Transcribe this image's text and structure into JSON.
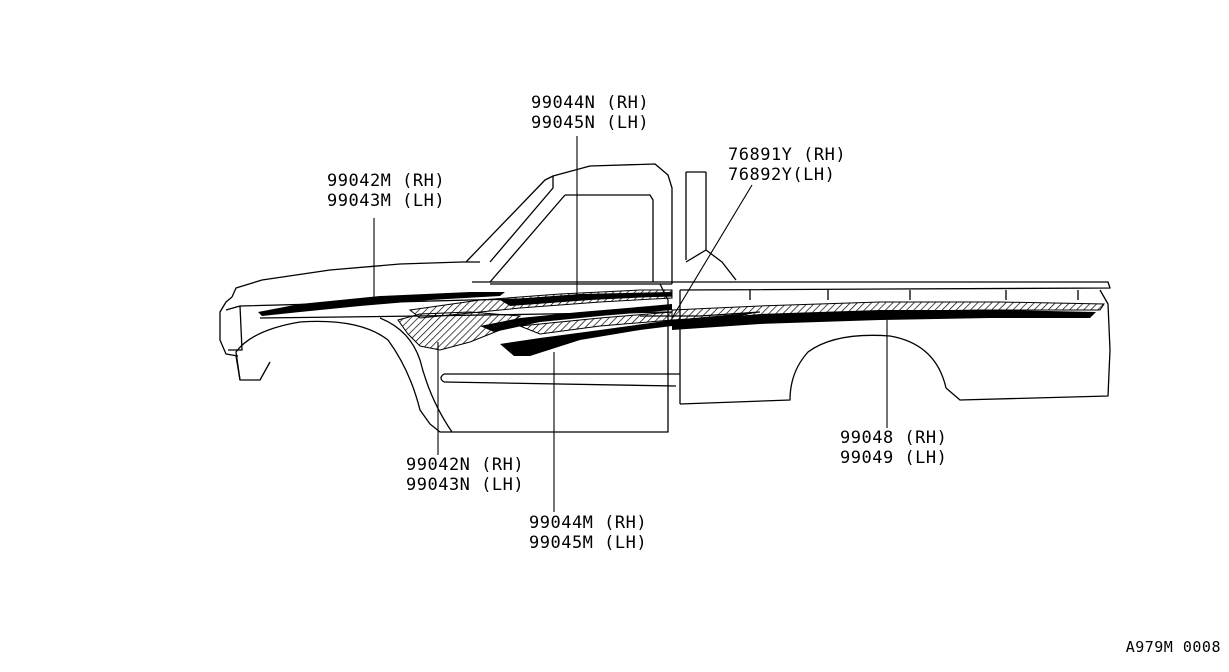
{
  "callouts": {
    "c1": {
      "rh": "99044N (RH)",
      "lh": "99045N (LH)"
    },
    "c2": {
      "rh": "76891Y (RH)",
      "lh": "76892Y(LH)"
    },
    "c3": {
      "rh": "99042M (RH)",
      "lh": "99043M (LH)"
    },
    "c4": {
      "rh": "99048 (RH)",
      "lh": "99049 (LH)"
    },
    "c5": {
      "rh": "99042N (RH)",
      "lh": "99043N (LH)"
    },
    "c6": {
      "rh": "99044M (RH)",
      "lh": "99045M (LH)"
    }
  },
  "reference_code": "A979M 0008",
  "colors": {
    "ink": "#000000",
    "paper": "#ffffff"
  }
}
